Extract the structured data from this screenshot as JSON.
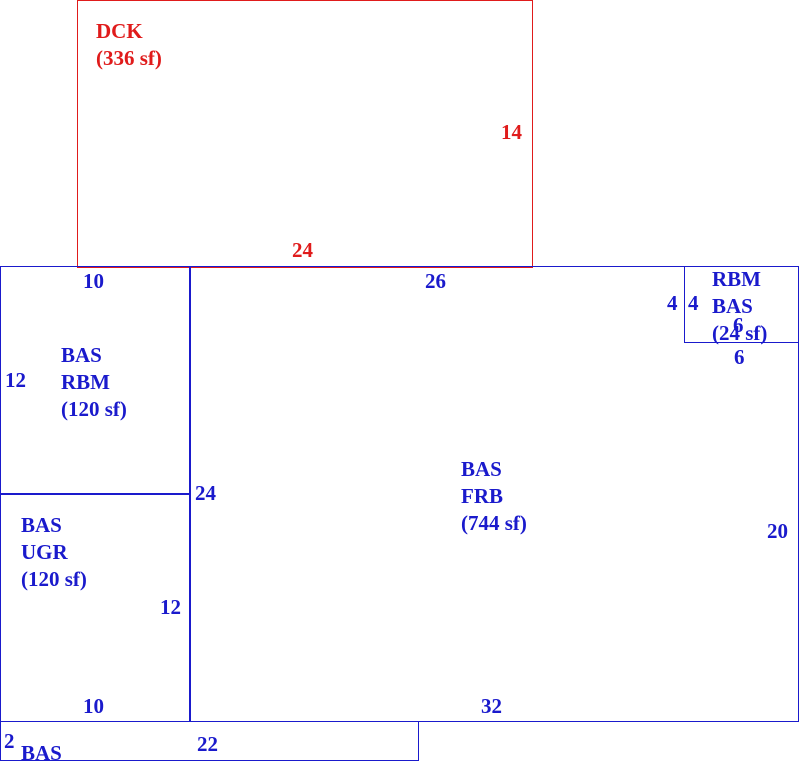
{
  "colors": {
    "bas": "#1a1acc",
    "deck": "#e01b1b"
  },
  "areas": {
    "deck": {
      "line1": "DCK",
      "line2": "(336 sf)",
      "dim_side": "14",
      "dim_base": "24"
    },
    "bas_rbm_left": {
      "line1": "BAS",
      "line2": "RBM",
      "line3": "(120 sf)",
      "dim_top": "10",
      "dim_side": "12"
    },
    "bas_ugr": {
      "line1": "BAS",
      "line2": "UGR",
      "line3": "(120 sf)",
      "dim_side": "12",
      "dim_bottom": "10"
    },
    "bas_frb": {
      "line1": "BAS",
      "line2": "FRB",
      "line3": "(744 sf)",
      "dim_top": "26",
      "dim_left": "24",
      "dim_right": "20",
      "dim_bottom": "32"
    },
    "rbm_bas_small": {
      "line1": "RBM",
      "line2": "BAS",
      "line3": "(24 sf)",
      "dim_left_outer": "4",
      "dim_left_inner": "4",
      "dim_inner_bottom": "6",
      "dim_bottom": "6"
    },
    "bas_bottom_strip": {
      "line1": "BAS",
      "dim_side": "2",
      "dim_top": "22"
    }
  }
}
